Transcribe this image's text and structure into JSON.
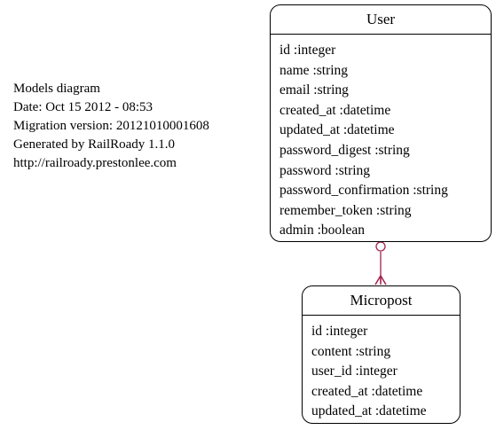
{
  "info": {
    "lines": [
      "Models diagram",
      "Date: Oct 15 2012 - 08:53",
      "Migration version: 20121010001608",
      "Generated by RailRoady 1.1.0",
      "http://railroady.prestonlee.com"
    ]
  },
  "entities": {
    "user": {
      "name": "User",
      "attributes": [
        "id :integer",
        "name :string",
        "email :string",
        "created_at :datetime",
        "updated_at :datetime",
        "password_digest :string",
        "password :string",
        "password_confirmation :string",
        "remember_token :string",
        "admin :boolean"
      ]
    },
    "micropost": {
      "name": "Micropost",
      "attributes": [
        "id :integer",
        "content :string",
        "user_id :integer",
        "created_at :datetime",
        "updated_at :datetime"
      ]
    }
  },
  "relationship": {
    "from": "User",
    "to": "Micropost",
    "cardinality": "one-to-many",
    "color": "#a3204d"
  }
}
